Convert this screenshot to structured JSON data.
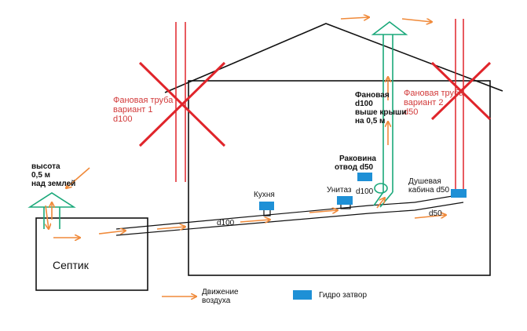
{
  "colors": {
    "line": "#111111",
    "cross": "#e0252b",
    "vent": "#1aa87a",
    "arrow": "#f08a3a",
    "trap": "#1e90d6",
    "label_red": "#d23a3a"
  },
  "labels": {
    "vent1_line1": "Фановая труба",
    "vent1_line2": "вариант 1",
    "vent1_line3": "d100",
    "vent2_line1": "Фановая труба",
    "vent2_line2": "вариант 2",
    "vent2_line3": "d50",
    "main_vent_1": "Фановая",
    "main_vent_2": "d100",
    "main_vent_3": "выше крыши",
    "main_vent_4": "на 0,5 м",
    "height_1": "высота",
    "height_2": "0,5 м",
    "height_3": "над землей",
    "sink_1": "Раковина",
    "sink_2": "отвод d50",
    "kitchen": "Кухня",
    "toilet": "Унитаз",
    "toilet_d": "d100",
    "shower_1": "Душевая",
    "shower_2": "кабина d50",
    "pipe_main": "d100",
    "pipe_branch": "d50",
    "septic": "Септик",
    "legend_air_1": "Движение",
    "legend_air_2": "воздуха",
    "legend_trap": "Гидро затвор"
  }
}
